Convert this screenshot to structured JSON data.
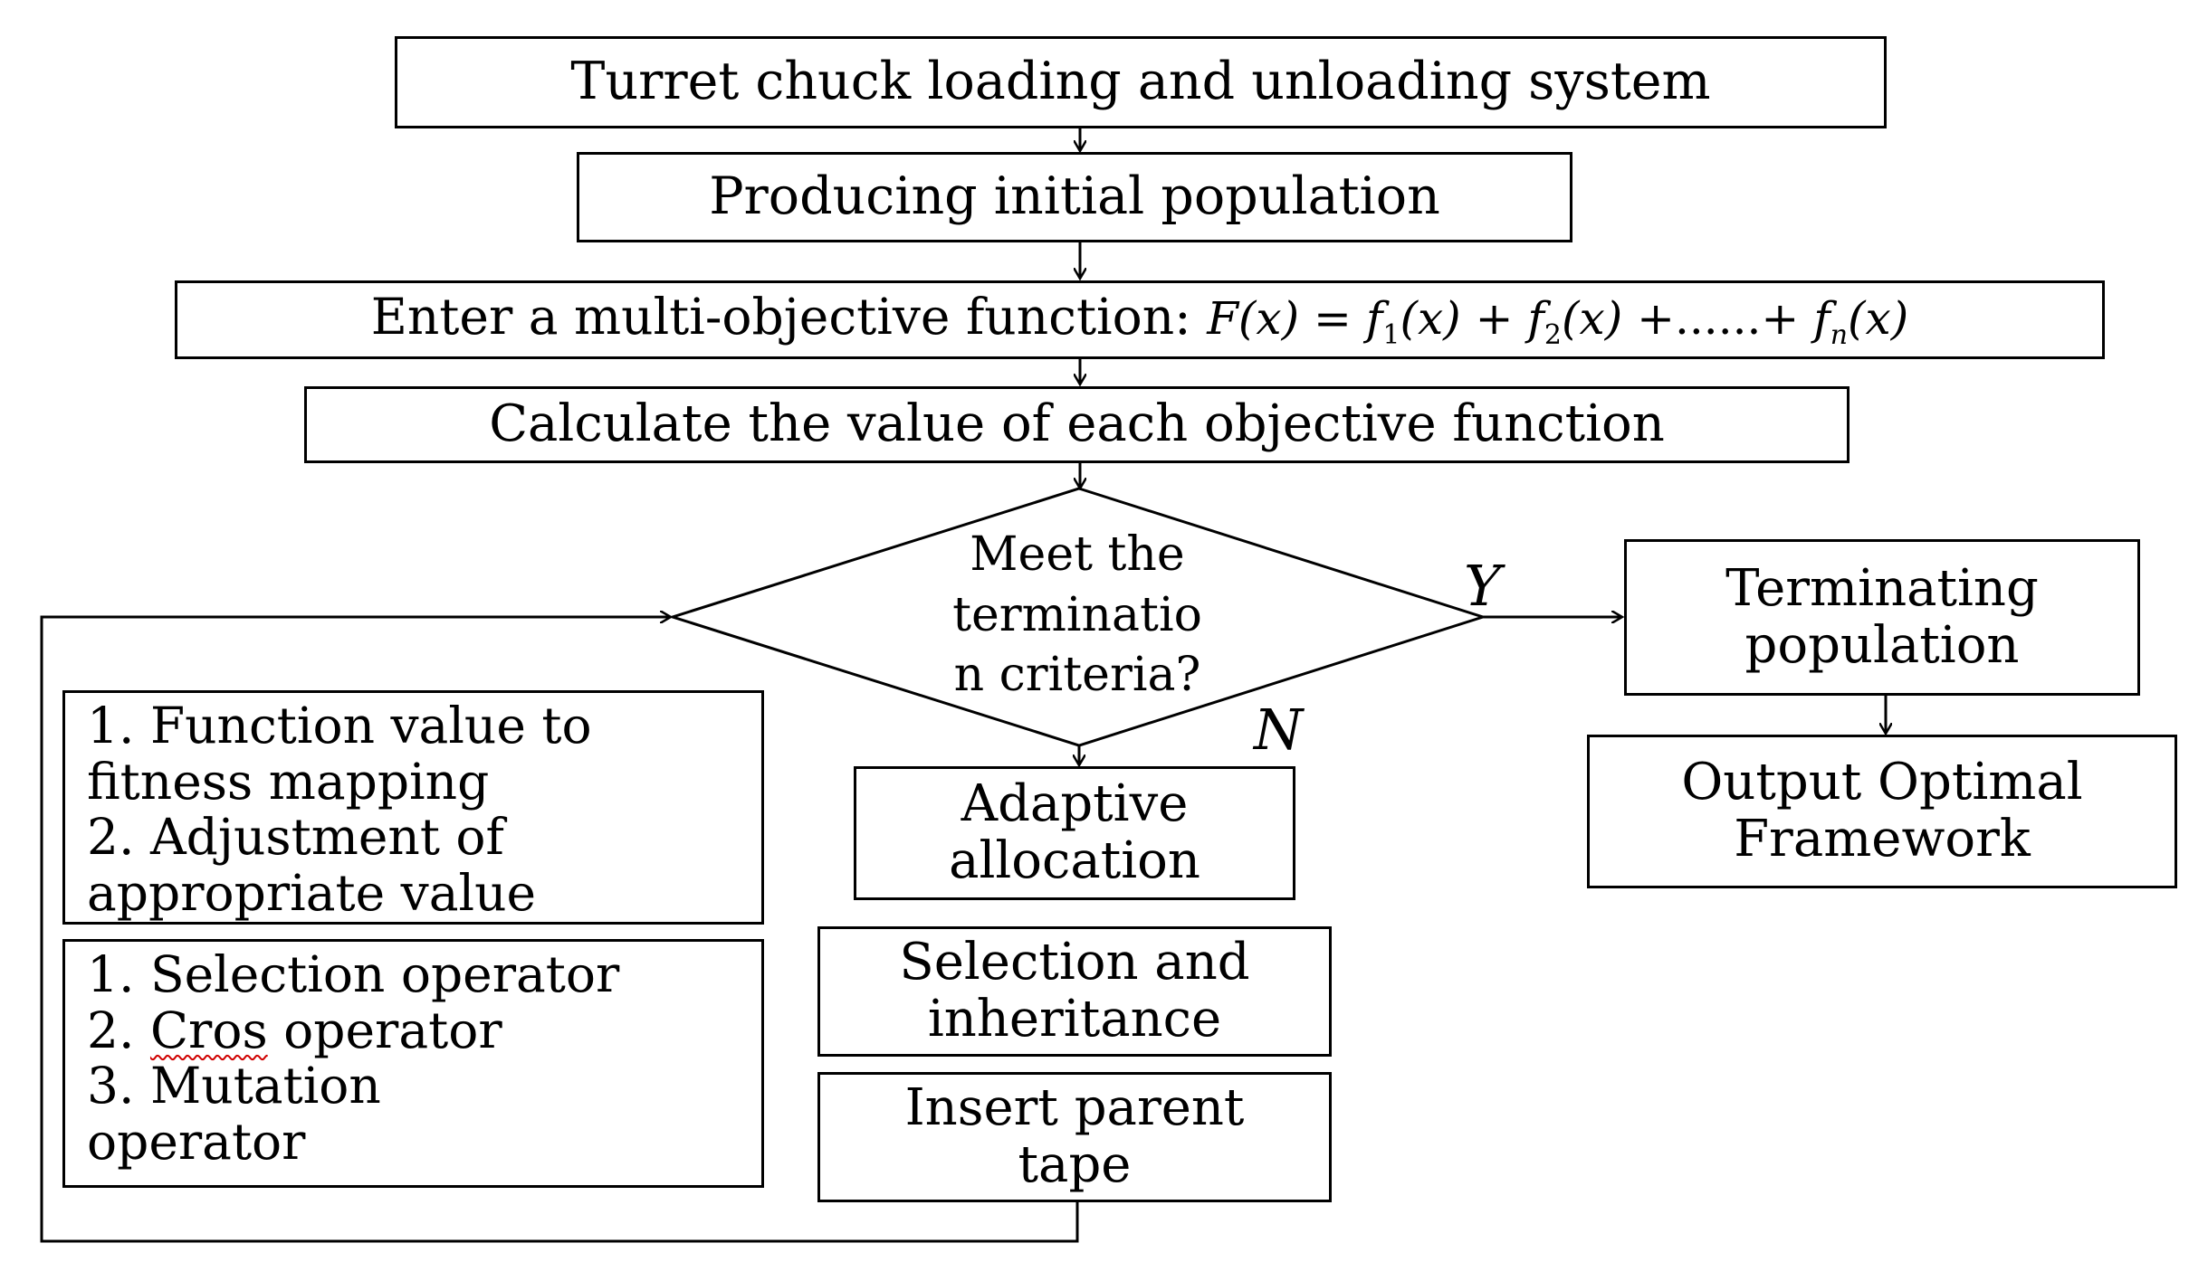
{
  "steps": {
    "s1": "Turret chuck loading and unloading system",
    "s2": "Producing initial population",
    "s3_text": "Enter a multi-objective function:",
    "s3_formula": {
      "lhs": "F(x)",
      "eq": "=",
      "t1": "f",
      "t1_sub": "1",
      "t1_arg": "(x)",
      "plus1": "+",
      "t2": "f",
      "t2_sub": "2",
      "t2_arg": "(x)",
      "plus2": "+",
      "dots": "......",
      "plus3": "+",
      "tn": "f",
      "tn_sub": "n",
      "tn_arg": "(x)"
    },
    "s4": "Calculate the value of each objective function"
  },
  "decision": {
    "line1": "Meet the",
    "line2": "terminatio",
    "line3": "n criteria?",
    "yes_label": "Y",
    "no_label": "N"
  },
  "yes_branch": {
    "terminate_line1": "Terminating",
    "terminate_line2": "population",
    "output_line1": "Output Optimal",
    "output_line2": "Framework"
  },
  "no_branch": {
    "adaptive_line1": "Adaptive",
    "adaptive_line2": "allocation",
    "selection_line1": "Selection and",
    "selection_line2": "inheritance",
    "insert_line1": "Insert parent",
    "insert_line2": "tape"
  },
  "notes": {
    "fitness": [
      "1. Function value to",
      "fitness mapping",
      "2. Adjustment of",
      "appropriate value"
    ],
    "operators_1": "1. Selection operator",
    "operators_2_num": "2.",
    "operators_2_word": "Cros",
    "operators_2_rest": "operator",
    "operators_3": "3. Mutation",
    "operators_4": "operator"
  }
}
